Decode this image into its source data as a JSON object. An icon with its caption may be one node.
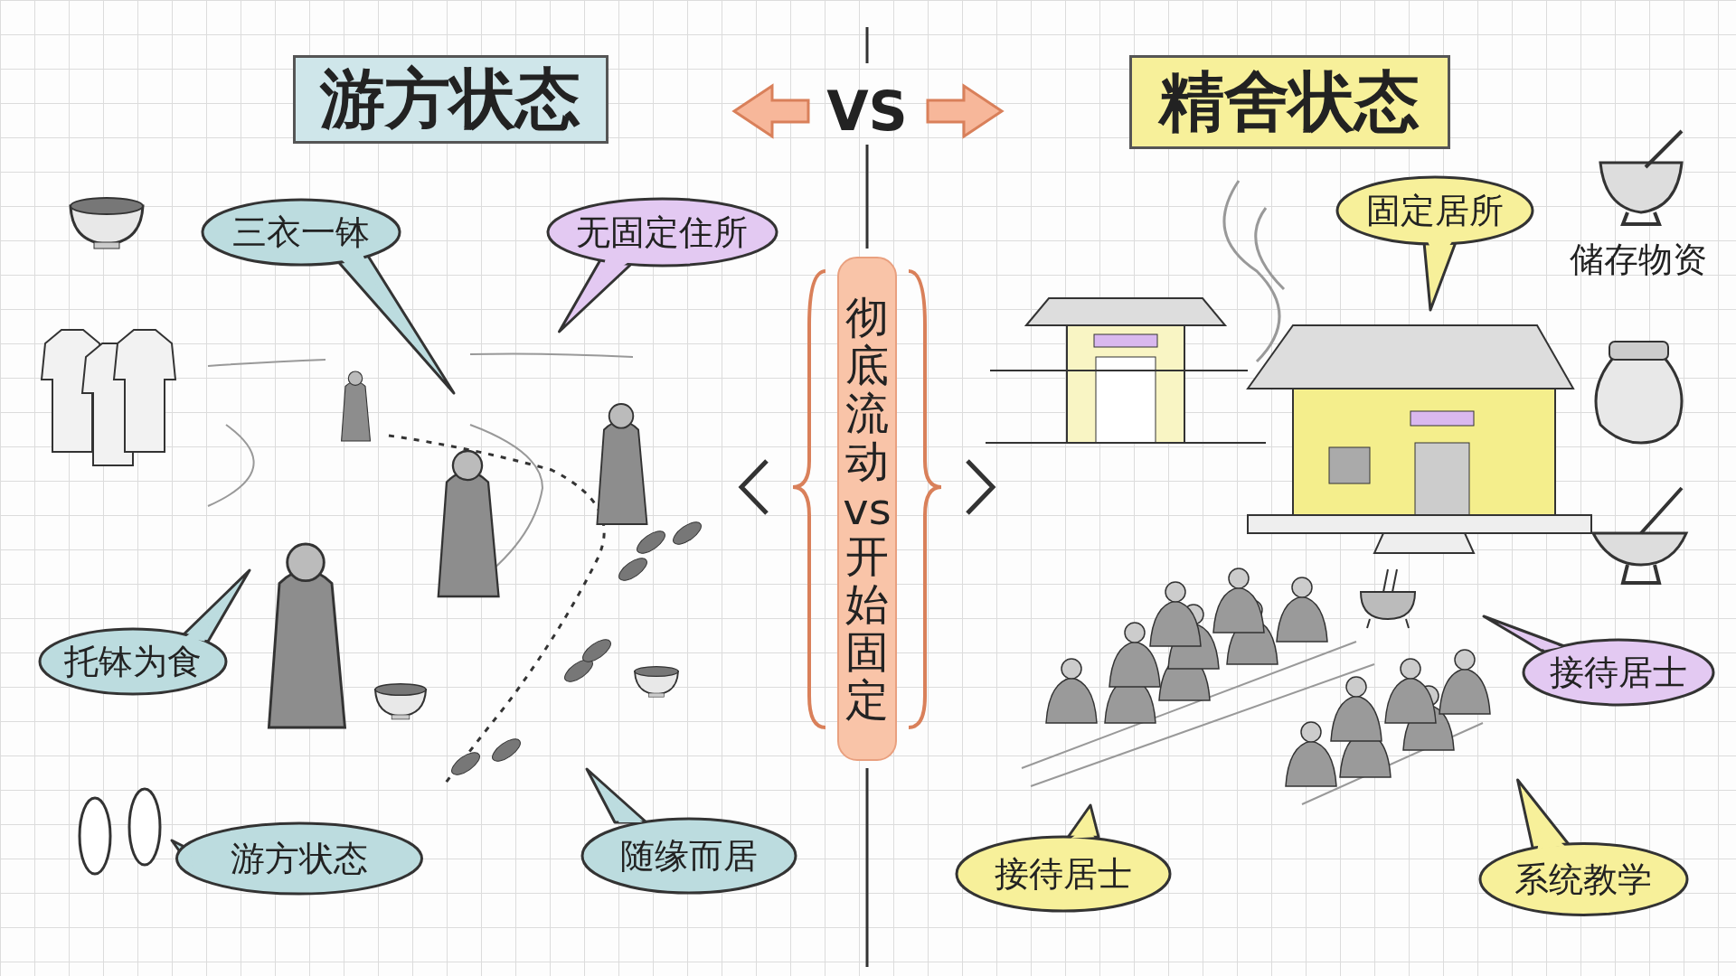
{
  "diagram": {
    "nodes": [
      {
        "text": [
          "游方状态"
        ]
      },
      {
        "text": [
          "精舍状态"
        ]
      },
      {
        "text": [
          "彻底流动vs开始固定"
        ]
      },
      {
        "text": [
          "三衣一钵"
        ]
      },
      {
        "text": [
          "无固定住所"
        ]
      },
      {
        "text": [
          "托钵为食"
        ]
      },
      {
        "text": [
          "游方状态"
        ]
      },
      {
        "text": [
          "随缘而居"
        ]
      },
      {
        "text": [
          "固定居所"
        ]
      },
      {
        "text": [
          "接待居士"
        ]
      },
      {
        "text": [
          "接待居士"
        ]
      },
      {
        "text": [
          "系统教学"
        ]
      }
    ],
    "labels": [
      "VS",
      "储存物资"
    ]
  }
}
